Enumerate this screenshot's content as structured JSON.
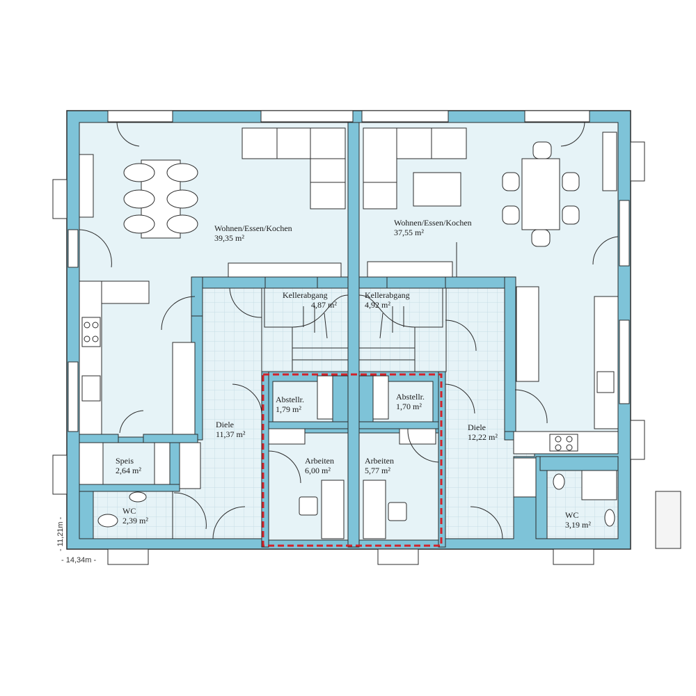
{
  "colors": {
    "wall": "#7ec3d8",
    "wall_stroke": "#2b2b2b",
    "floor": "#e6f3f7",
    "tile_grid": "#c5dde6",
    "furniture": "#ffffff",
    "highlight": "#d2232a"
  },
  "rooms": [
    {
      "name": "Wohnen/Essen/Kochen",
      "area": "39,35 m²"
    },
    {
      "name": "Wohnen/Essen/Kochen",
      "area": "37,55 m²"
    },
    {
      "name": "Kellerabgang",
      "area": "4,87 m²"
    },
    {
      "name": "Kellerabgang",
      "area": "4,92 m²"
    },
    {
      "name": "Abstellr.",
      "area": "1,79 m²"
    },
    {
      "name": "Abstellr.",
      "area": "1,70 m²"
    },
    {
      "name": "Diele",
      "area": "11,37 m²"
    },
    {
      "name": "Diele",
      "area": "12,22 m²"
    },
    {
      "name": "Speis",
      "area": "2,64 m²"
    },
    {
      "name": "Arbeiten",
      "area": "6,00 m²"
    },
    {
      "name": "Arbeiten",
      "area": "5,77 m²"
    },
    {
      "name": "WC",
      "area": "2,39 m²"
    },
    {
      "name": "WC",
      "area": "3,19 m²"
    }
  ],
  "dimensions": {
    "width": "- 14,34m -",
    "depth": "- 11,21m -"
  }
}
